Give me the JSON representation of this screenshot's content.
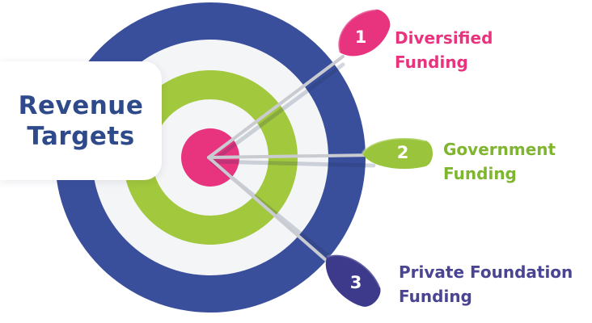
{
  "title": {
    "line1": "Revenue",
    "line2": "Targets"
  },
  "targets": [
    {
      "number": "1",
      "line1": "Diversified",
      "line2": "Funding",
      "color": "#e8347f"
    },
    {
      "number": "2",
      "line1": "Government",
      "line2": "Funding",
      "color": "#9ac43c"
    },
    {
      "number": "3",
      "line1": "Private Foundation",
      "line2": "Funding",
      "color": "#3d3a8c"
    }
  ],
  "colors": {
    "outer_ring": "#3a4f9c",
    "white_ring": "#f4f5f7",
    "green_ring": "#a2c83d",
    "bullseye": "#e8347f",
    "title_text": "#2e4a8a"
  }
}
